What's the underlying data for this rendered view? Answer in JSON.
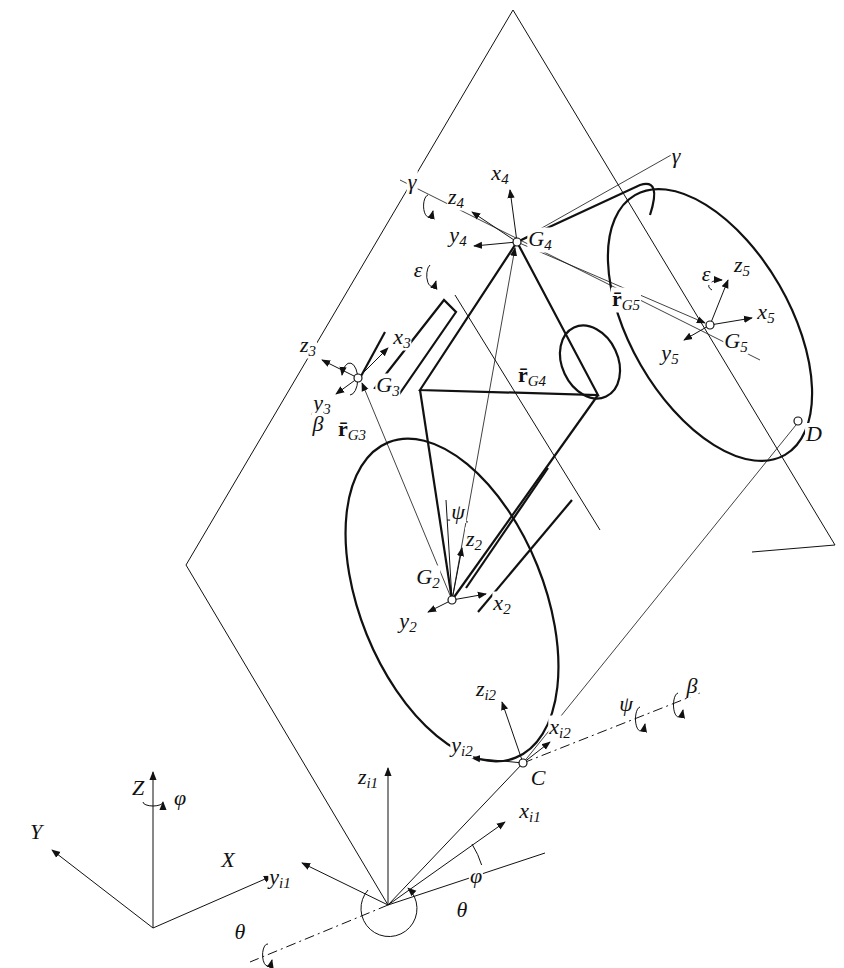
{
  "diagram": {
    "labels": [
      "γ",
      "γ",
      "z4",
      "x4",
      "G4",
      "y4",
      "ε",
      "z5",
      "ε",
      "r̄G5",
      "G5",
      "x5",
      "y5",
      "z3",
      "x3",
      "G3",
      "y3",
      "β",
      "r̄G3",
      "r̄G4",
      "D",
      "ψ",
      "z2",
      "G2",
      "y2",
      "x2",
      "zi2",
      "xi2",
      "ψ",
      "β",
      "yi2",
      "C",
      "zi1",
      "Z",
      "φ",
      "yi1",
      "xi1",
      "φ",
      "Y",
      "X",
      "θ",
      "θ"
    ]
  }
}
